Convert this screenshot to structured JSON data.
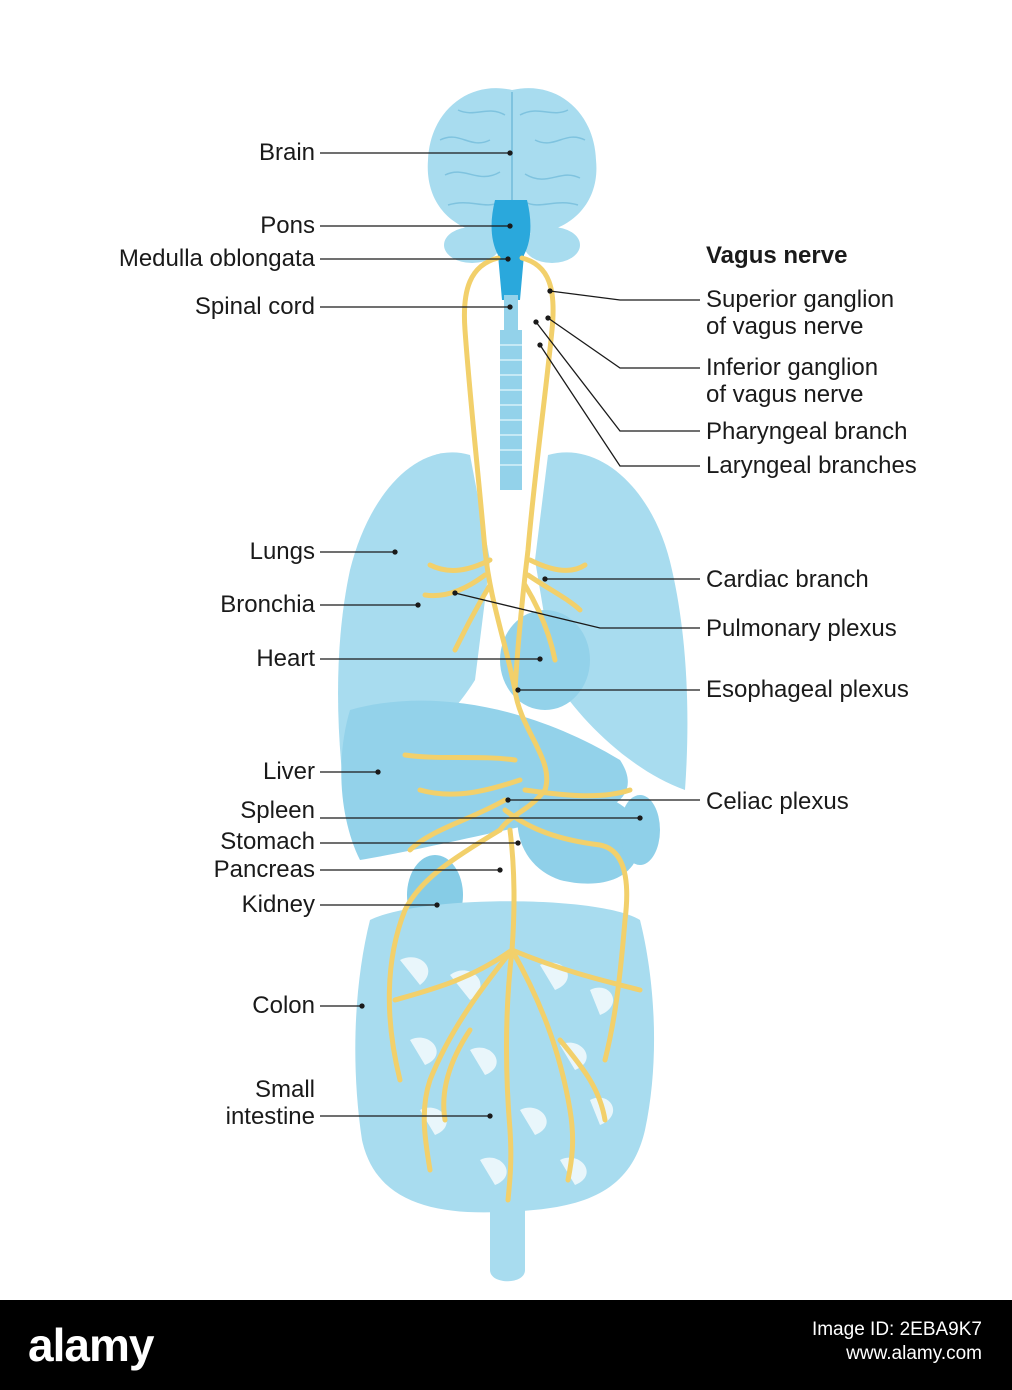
{
  "title": "Vagus nerve",
  "labels_left": {
    "brain": "Brain",
    "pons": "Pons",
    "medulla": "Medulla oblongata",
    "spinal_cord": "Spinal cord",
    "lungs": "Lungs",
    "bronchia": "Bronchia",
    "heart": "Heart",
    "liver": "Liver",
    "spleen": "Spleen",
    "stomach": "Stomach",
    "pancreas": "Pancreas",
    "kidney": "Kidney",
    "colon": "Colon",
    "small_intestine_1": "Small",
    "small_intestine_2": "intestine"
  },
  "labels_right": {
    "superior_1": "Superior ganglion",
    "superior_2": "of vagus nerve",
    "inferior_1": "Inferior ganglion",
    "inferior_2": "of vagus nerve",
    "pharyngeal": "Pharyngeal branch",
    "laryngeal": "Laryngeal branches",
    "cardiac": "Cardiac branch",
    "pulmonary": "Pulmonary plexus",
    "esophageal": "Esophageal plexus",
    "celiac": "Celiac plexus"
  },
  "footer": {
    "logo": "alamy",
    "image_id": "Image ID: 2EBA9K7",
    "site": "www.alamy.com"
  },
  "colors": {
    "organ": "#a8dcef",
    "organ_dark": "#86cce6",
    "brainstem": "#2aa8dc",
    "nerve": "#f2d06b",
    "nerve_edge": "#d9ae3c",
    "leader": "#1a1a1a"
  }
}
